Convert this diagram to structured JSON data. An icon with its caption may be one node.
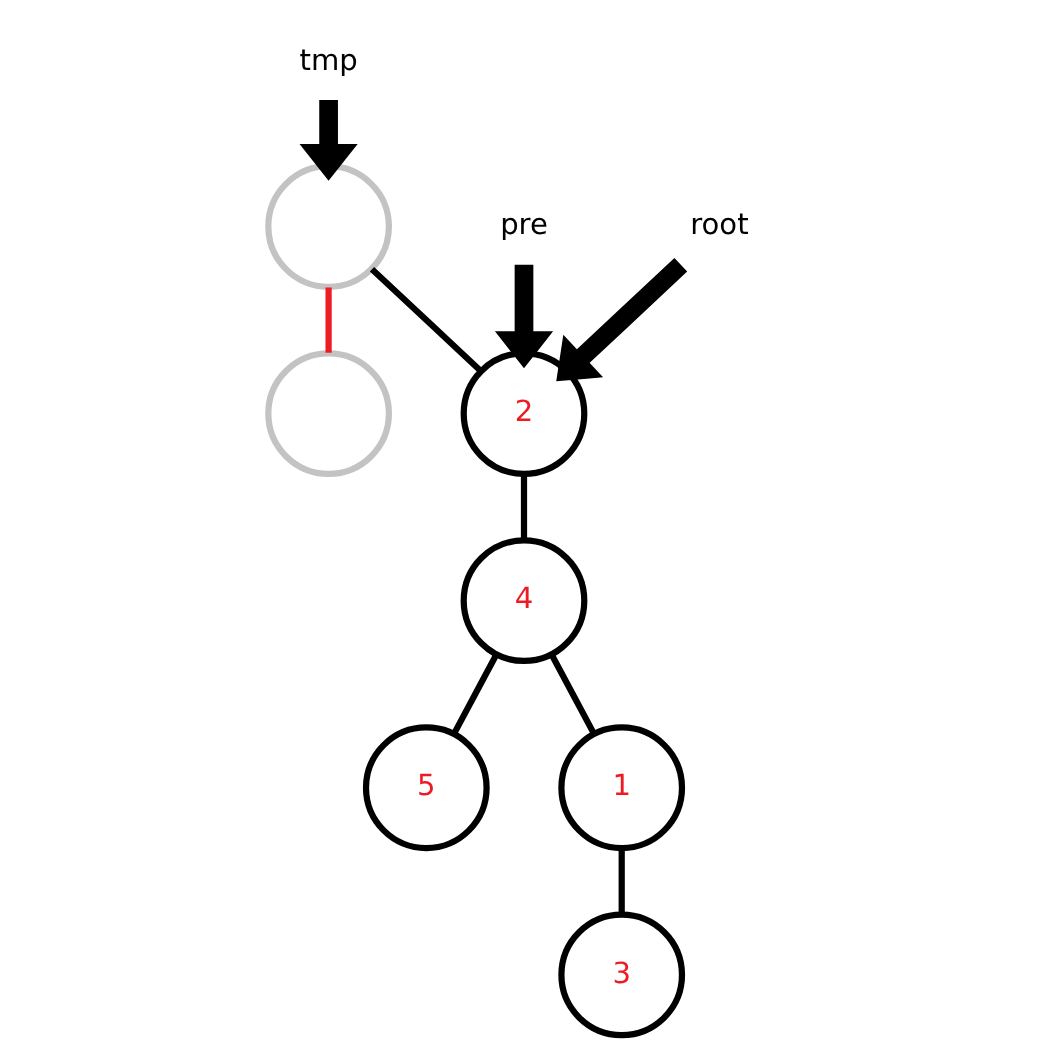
{
  "diagram": {
    "nodes": [
      {
        "text": [
          "tmp"
        ]
      },
      {
        "text": [
          "pre"
        ]
      },
      {
        "text": [
          "root"
        ]
      },
      {
        "text": [],
        "shape": "circle"
      },
      {
        "text": [],
        "shape": "circle"
      },
      {
        "text": [
          "2"
        ]
      },
      {
        "text": [
          "4"
        ]
      },
      {
        "text": [
          "5"
        ]
      },
      {
        "text": [
          "1"
        ]
      },
      {
        "text": [
          "3"
        ]
      }
    ],
    "edges": [
      {
        "from": 0,
        "to": 3,
        "arrow": "to",
        "style": "thick"
      },
      {
        "from": 1,
        "to": 5,
        "arrow": "to",
        "style": "thick"
      },
      {
        "from": 2,
        "to": 5,
        "arrow": "to",
        "style": "thick"
      },
      {
        "from": 5,
        "to": 3,
        "arrow": "none"
      },
      {
        "from": 3,
        "to": 4,
        "arrow": "none",
        "color": "#ed1c24"
      },
      {
        "from": 5,
        "to": 6,
        "arrow": "none"
      },
      {
        "from": 6,
        "to": 7,
        "arrow": "none"
      },
      {
        "from": 6,
        "to": 8,
        "arrow": "none"
      },
      {
        "from": 8,
        "to": 9,
        "arrow": "none"
      }
    ]
  }
}
